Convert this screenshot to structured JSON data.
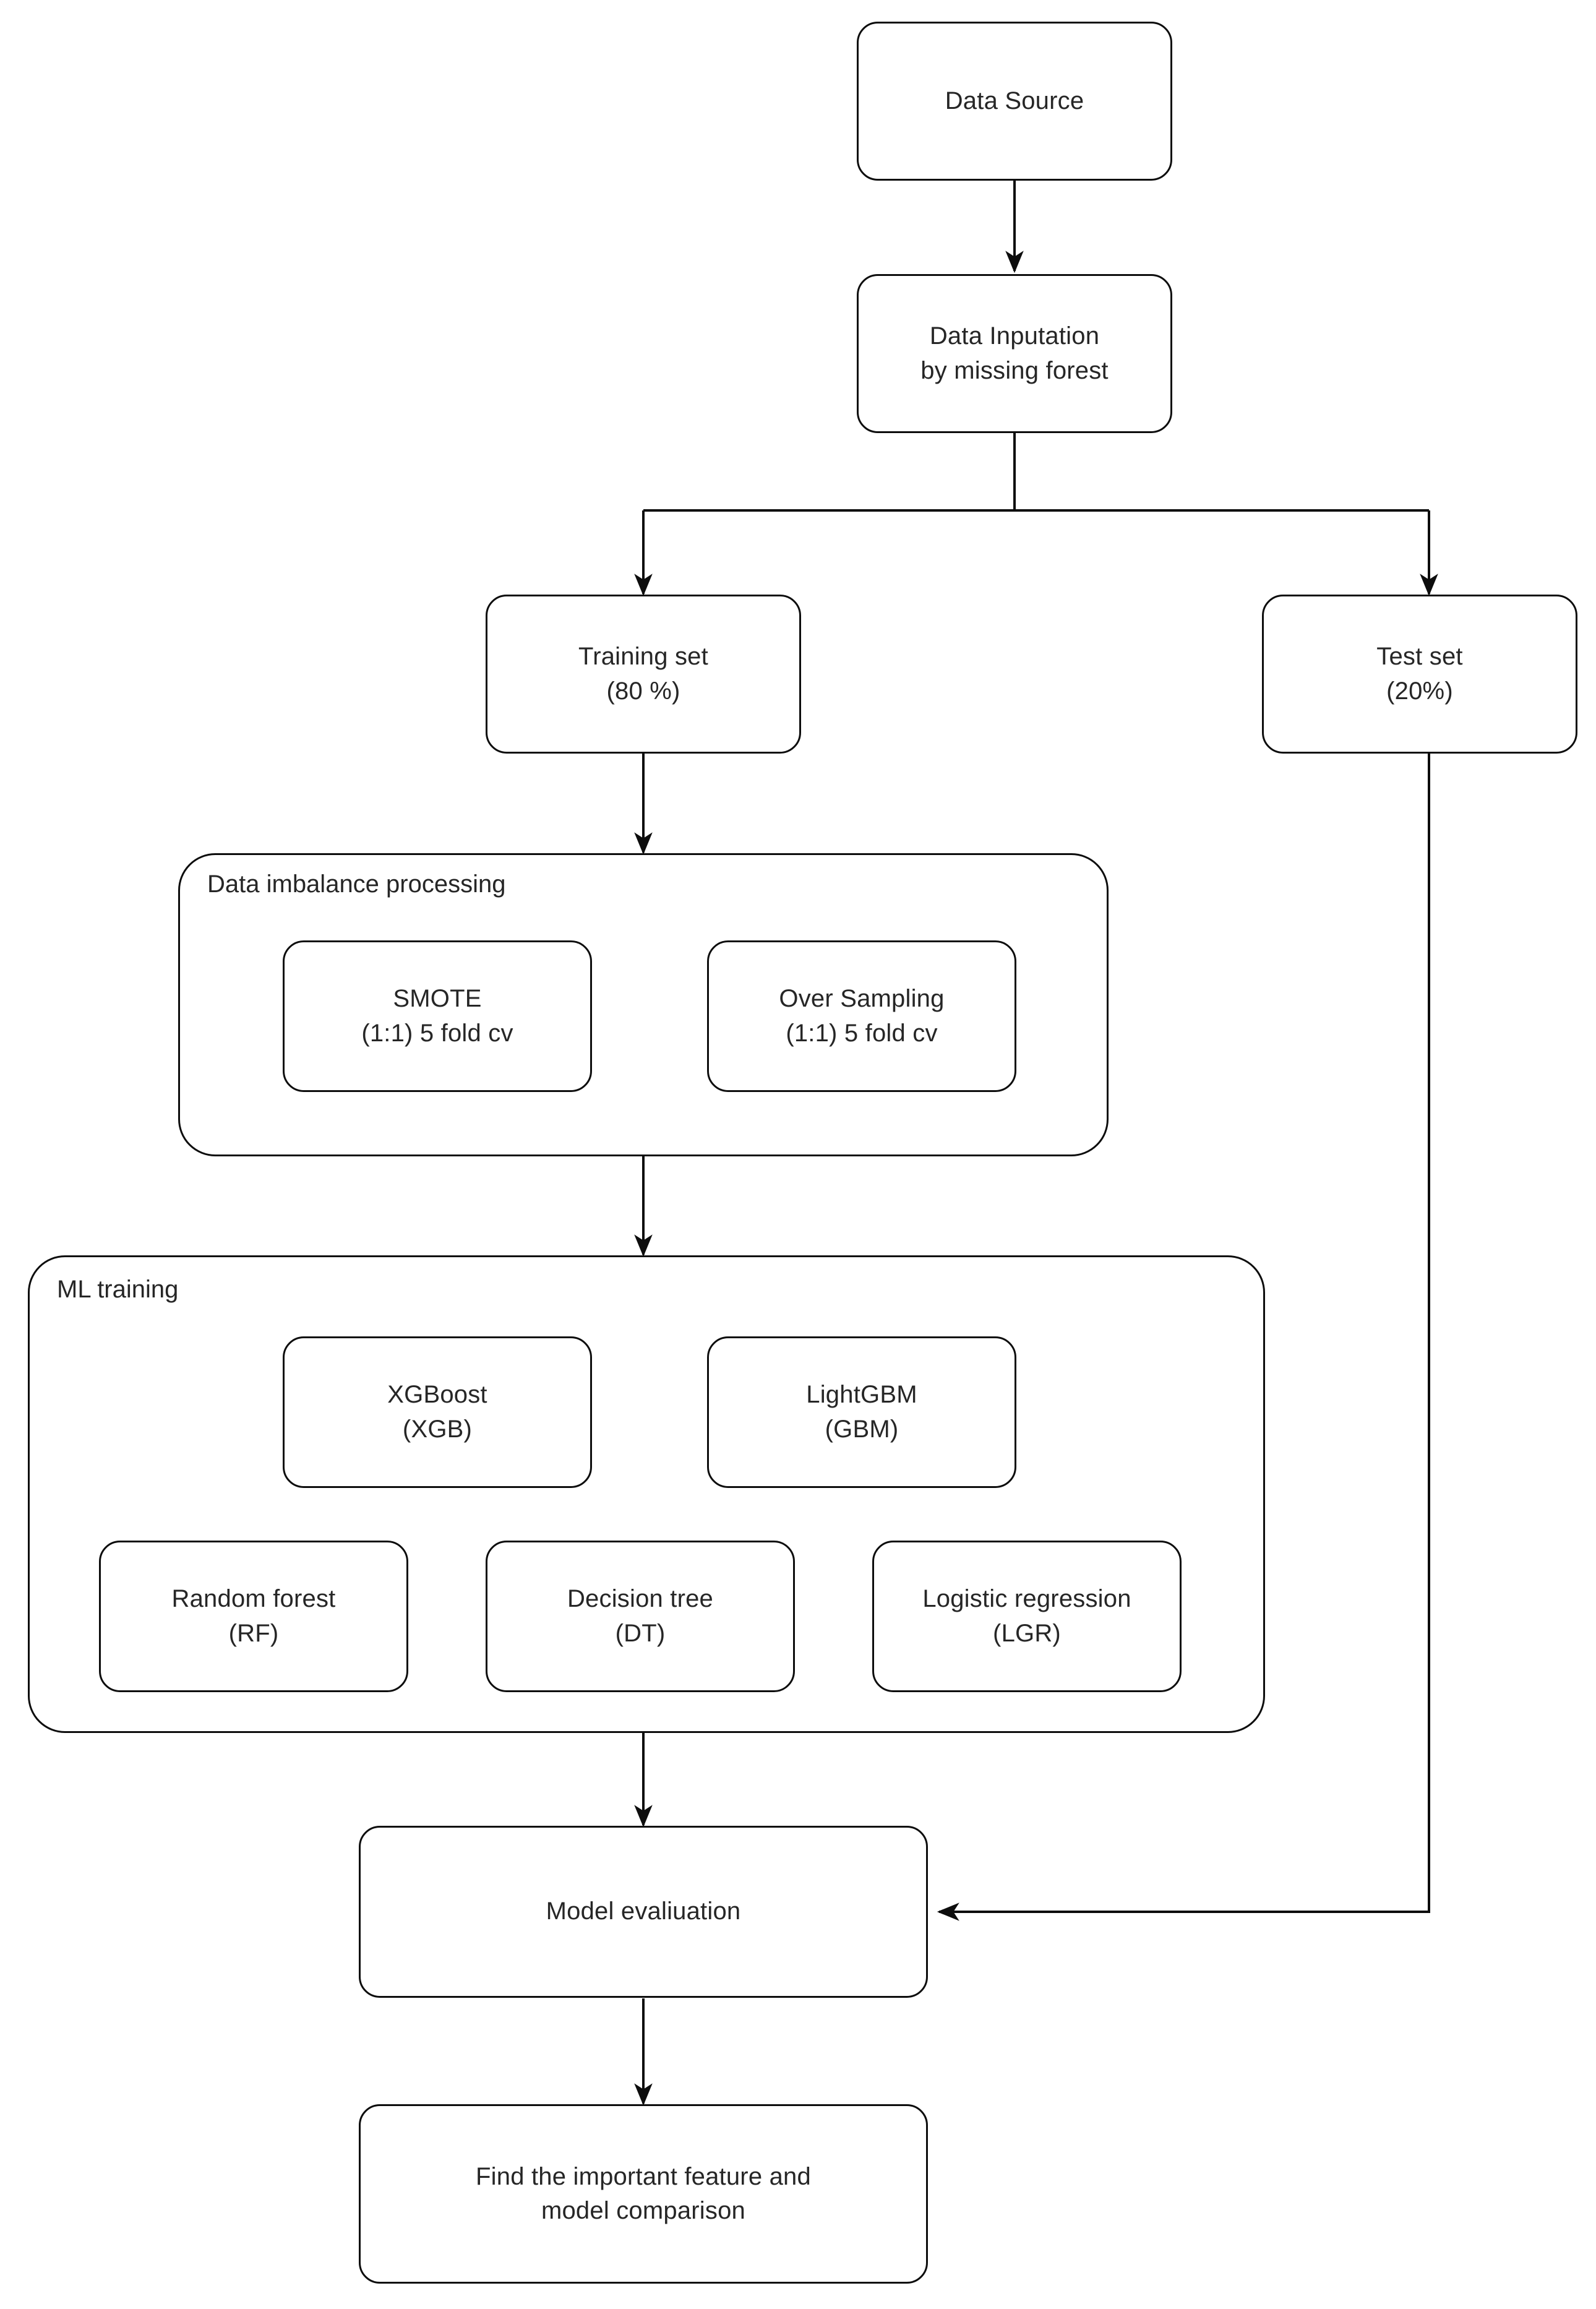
{
  "diagram": {
    "title": "Machine learning workflow flowchart",
    "stroke_color": "#0d0d0d",
    "text_color": "#262626",
    "background_color": "#ffffff"
  },
  "nodes": {
    "data_source": {
      "label": "Data Source"
    },
    "data_imputation": {
      "label": "Data Inputation\nby missing forest"
    },
    "training_set": {
      "label": "Training set\n(80 %)"
    },
    "test_set": {
      "label": "Test set\n(20%)"
    },
    "smote": {
      "label": "SMOTE\n(1:1) 5 fold cv"
    },
    "over_sampling": {
      "label": "Over Sampling\n(1:1) 5 fold cv"
    },
    "xgboost": {
      "label": "XGBoost\n(XGB)"
    },
    "lightgbm": {
      "label": "LightGBM\n(GBM)"
    },
    "random_forest": {
      "label": "Random forest\n(RF)"
    },
    "decision_tree": {
      "label": "Decision tree\n(DT)"
    },
    "logistic_regression": {
      "label": "Logistic regression\n(LGR)"
    },
    "model_evaluation": {
      "label": "Model evaliuation"
    },
    "final_output": {
      "label": "Find the important feature and\nmodel comparison"
    }
  },
  "groups": {
    "data_imbalance": {
      "label": "Data imbalance processing"
    },
    "ml_training": {
      "label": "ML training"
    }
  },
  "edges": [
    {
      "from": "data_source",
      "to": "data_imputation",
      "arrow": "down"
    },
    {
      "from": "data_imputation",
      "to": "training_set",
      "arrow": "down",
      "style": "split-left"
    },
    {
      "from": "data_imputation",
      "to": "test_set",
      "arrow": "down",
      "style": "split-right"
    },
    {
      "from": "training_set",
      "to": "data_imbalance",
      "arrow": "down"
    },
    {
      "from": "data_imbalance",
      "to": "ml_training",
      "arrow": "down"
    },
    {
      "from": "ml_training",
      "to": "model_evaluation",
      "arrow": "down"
    },
    {
      "from": "test_set",
      "to": "model_evaluation",
      "arrow": "left",
      "style": "elbow"
    },
    {
      "from": "model_evaluation",
      "to": "final_output",
      "arrow": "down"
    }
  ]
}
